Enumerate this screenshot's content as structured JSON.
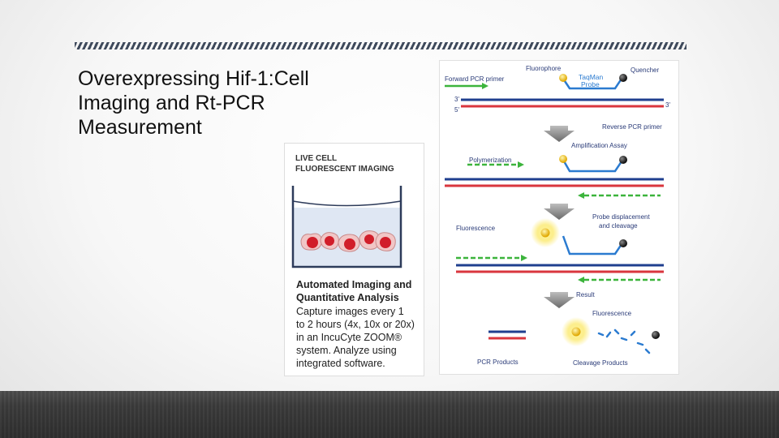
{
  "slide": {
    "title_lines": [
      "Overexpressing Hif-1:Cell",
      "Imaging and  Rt-PCR",
      "Measurement"
    ]
  },
  "live_imaging": {
    "heading_lines": [
      "LIVE CELL",
      "FLUORESCENT IMAGING"
    ],
    "subheading_lines": [
      "Automated Imaging and",
      "Quantitative Analysis"
    ],
    "body_lines": [
      "Capture images every 1",
      "to 2 hours (4x, 10x or 20x)",
      "in an IncuCyte ZOOM®",
      "system. Analyze using",
      "integrated software."
    ]
  },
  "pcr_diagram": {
    "labels": {
      "fluorophore": "Fluorophore",
      "quencher": "Quencher",
      "forward_primer": "Forward PCR primer",
      "taqman_line1": "TaqMan",
      "taqman_line2": "Probe",
      "three_prime_top": "3'",
      "five_prime": "5'",
      "three_prime_right": "3'",
      "reverse_primer": "Reverse PCR primer",
      "amplification": "Amplification Assay",
      "polymerization": "Polymerization",
      "fluorescence_1": "Fluorescence",
      "probe_displacement_1": "Probe displacement",
      "probe_displacement_2": "and cleavage",
      "result": "Result",
      "fluorescence_2": "Fluorescence",
      "pcr_products": "PCR Products",
      "cleavage_products": "Cleavage Products"
    },
    "colors": {
      "strand_blue": "#1f3f8f",
      "strand_red": "#d9363e",
      "primer_green": "#3cb43c",
      "probe_blue": "#2b7bd0",
      "label_text": "#2a3b78",
      "fluor_yellow": "#f5c518"
    }
  }
}
